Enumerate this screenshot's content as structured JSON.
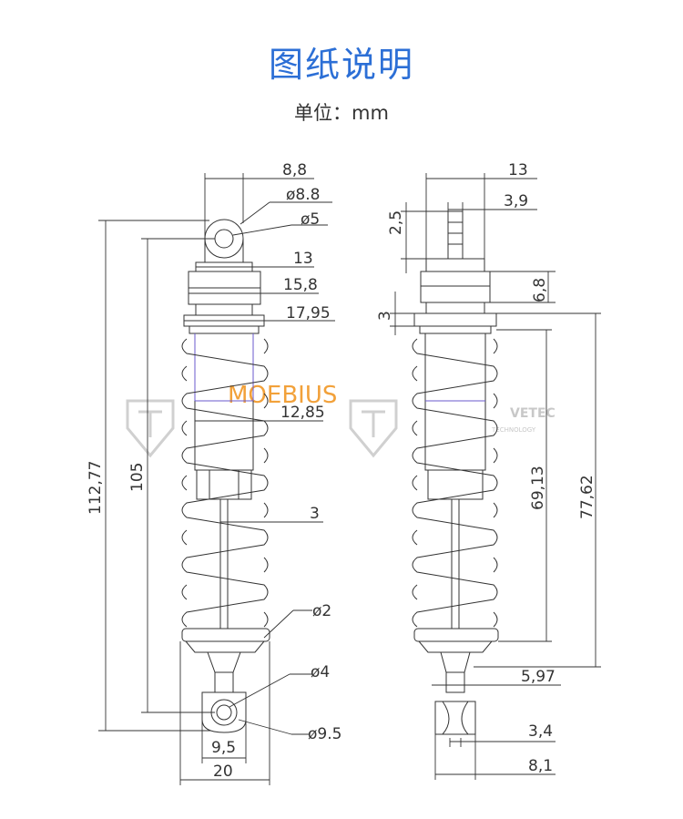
{
  "header": {
    "title": "图纸说明",
    "unit": "单位：mm"
  },
  "watermark": {
    "brand": "MOEBIUS",
    "left_text": "",
    "right_text": "VETEC",
    "right_sub": "TECHNOLOGY"
  },
  "left_view": {
    "dims": {
      "d88": "8,8",
      "dia88": "ø8.8",
      "dia5": "ø5",
      "d13": "13",
      "d158": "15,8",
      "d1795": "17,95",
      "d1285": "12,85",
      "d3": "3",
      "dia2": "ø2",
      "dia4": "ø4",
      "dia95": "ø9.5",
      "d95": "9,5",
      "d20": "20",
      "d11277": "112,77",
      "d105": "105"
    }
  },
  "right_view": {
    "dims": {
      "d13": "13",
      "d39": "3,9",
      "d25": "2,5",
      "d68": "6,8",
      "d3": "3",
      "d6913": "69,13",
      "d7762": "77,62",
      "d597": "5,97",
      "d34": "3,4",
      "d81": "8,1"
    }
  },
  "colors": {
    "title": "#2c6fd6",
    "line": "#333333",
    "brand": "#f2a13a",
    "accent": "#6a5acd"
  }
}
